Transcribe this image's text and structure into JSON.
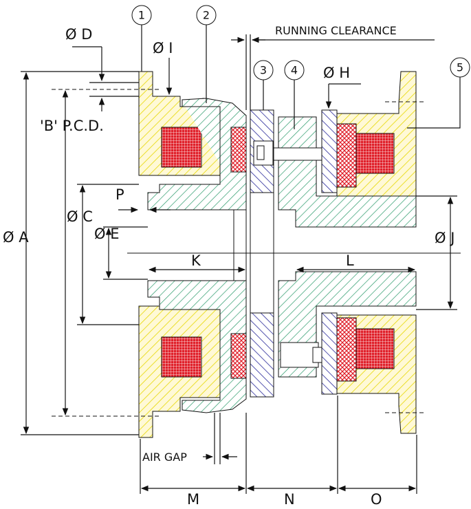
{
  "parts": [
    "1",
    "2",
    "3",
    "4",
    "5"
  ],
  "labels": {
    "running_clearance": "RUNNING CLEARANCE",
    "air_gap": "AIR GAP",
    "dia_d": "Ø D",
    "dia_i": "Ø I",
    "dia_h": "Ø H",
    "pcd": "'B' P.C.D.",
    "dia_a": "Ø A",
    "dia_c": "Ø C",
    "dia_e": "Ø E",
    "dia_j": "Ø J",
    "p": "P",
    "k": "K",
    "l": "L",
    "m": "M",
    "n": "N",
    "o": "O"
  },
  "colors": {
    "yellow_hatch": "#e6d800",
    "green_hatch": "#2a9a6a",
    "blue_hatch": "#2a2a9a",
    "coil_red": "#e0202a",
    "line": "#111111"
  }
}
